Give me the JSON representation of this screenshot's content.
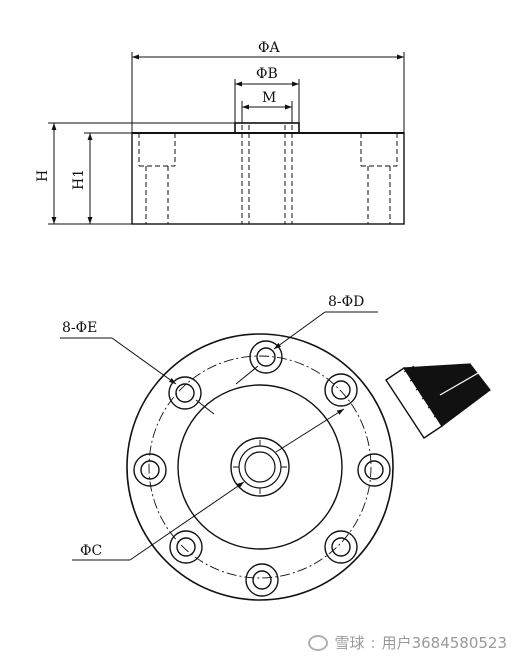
{
  "labels": {
    "dia_a": "ΦA",
    "dia_b": "ΦB",
    "thread_m": "M",
    "height_h": "H",
    "height_h1": "H1",
    "holes_d": "8-ΦD",
    "holes_e": "8-ΦE",
    "dia_c": "ΦC"
  },
  "watermark": {
    "brand": "雪球",
    "user": "用户3684580523"
  }
}
